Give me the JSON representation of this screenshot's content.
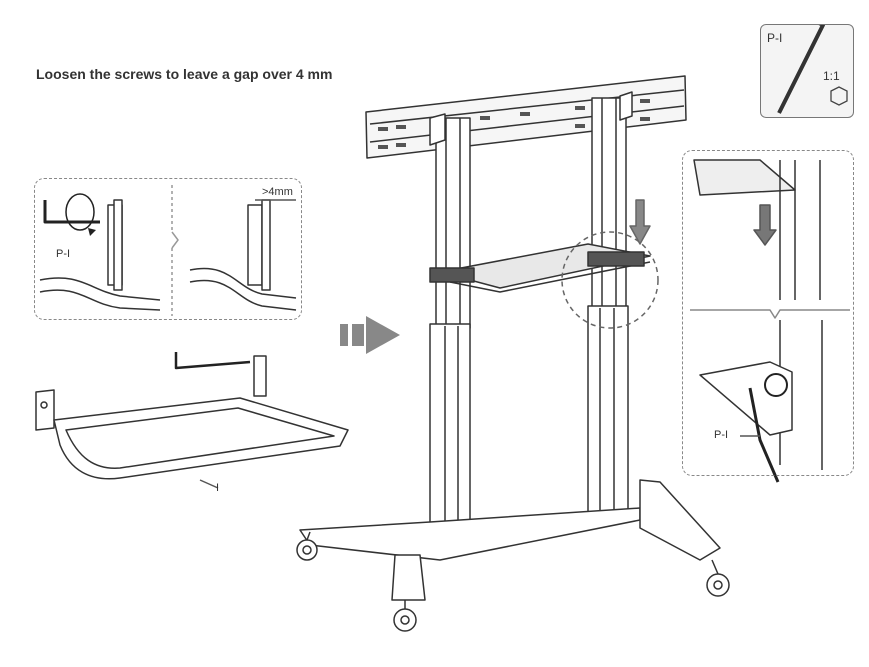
{
  "instruction": "Loosen the screws to leave a gap over 4 mm",
  "tool": {
    "name": "P-I",
    "scale": "1:1"
  },
  "detail_left": {
    "tool_label": "P-I",
    "gap_label": ">4mm"
  },
  "tray": {
    "part_label": "I"
  },
  "detail_right": {
    "tool_label": "P-I"
  }
}
